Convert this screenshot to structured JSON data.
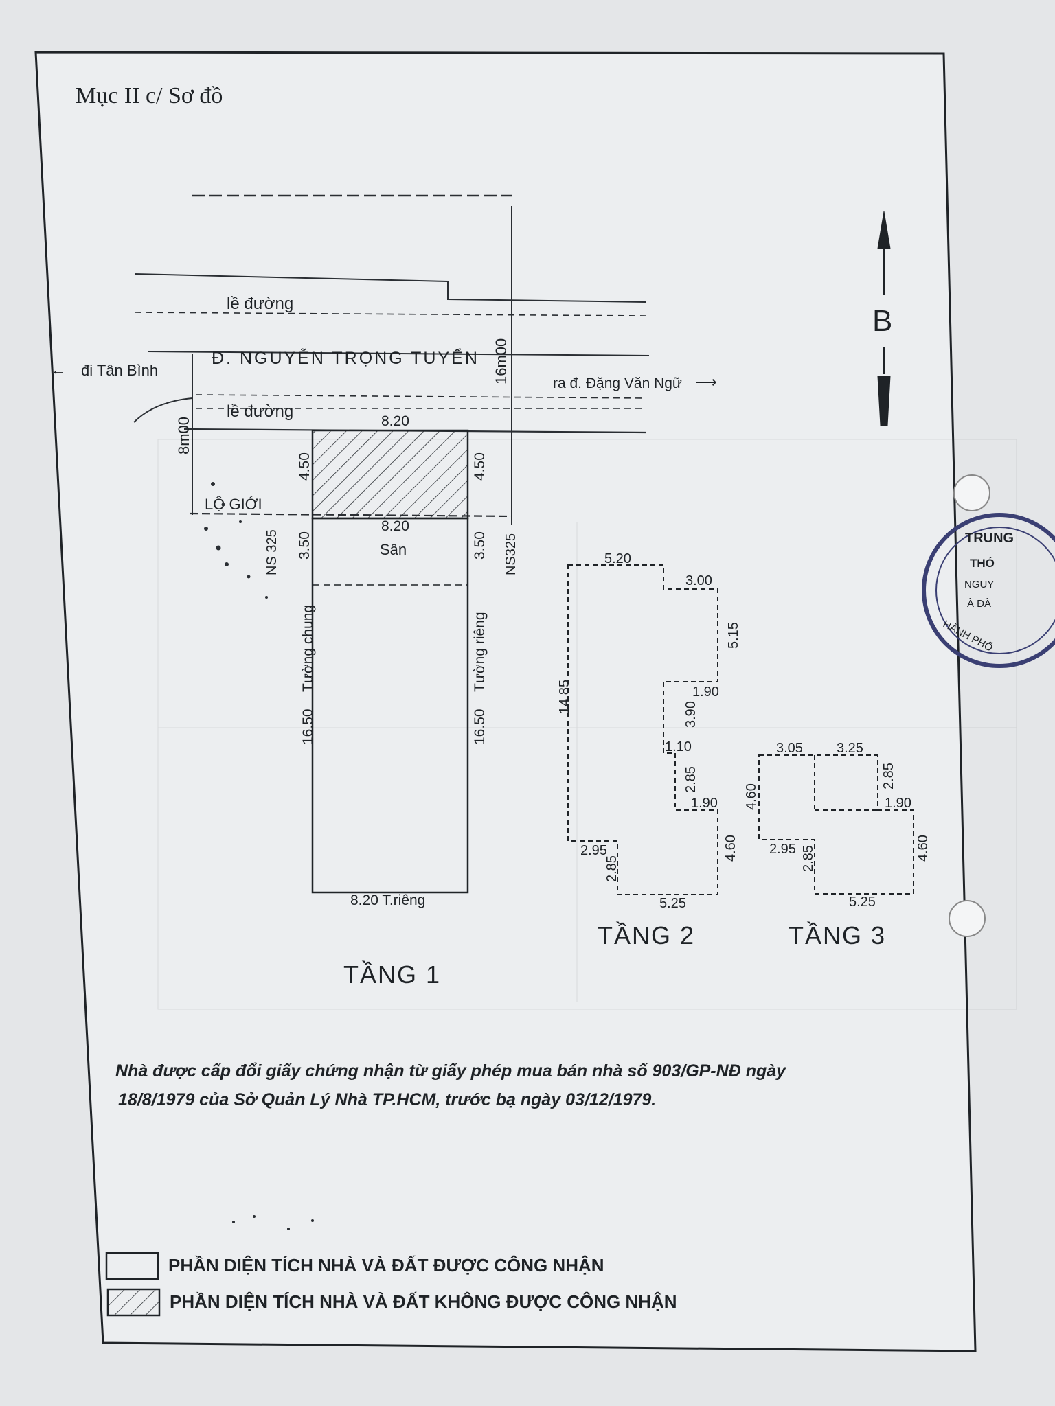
{
  "section_heading": "Mục II c/ Sơ đồ",
  "street": {
    "name": "Đ. NGUYỄN TRỌNG TUYỂN",
    "sidewalk_top": "lề đường",
    "sidewalk_bottom": "lề đường",
    "to_left": "đi Tân Bình",
    "to_right": "ra đ. Đặng Văn Ngữ",
    "width_label": "16m00",
    "setback_label": "8m00",
    "row_boundary_label": "LỘ GIỚI"
  },
  "north_arrow": {
    "label": "B"
  },
  "floor1": {
    "title": "TẦNG 1",
    "top_width": "8.20",
    "mid_width": "8.20",
    "bottom_width": "8.20 T.riêng",
    "front_depth_left": "4.50",
    "front_depth_right": "4.50",
    "yard_depth_left": "3.50",
    "yard_depth_right": "3.50",
    "rear_depth_left": "16.50",
    "rear_depth_right": "16.50",
    "yard_label": "Sân",
    "left_wall": "Tường chung",
    "right_wall": "Tường riêng",
    "left_neighbor": "NS 325",
    "right_neighbor": "NS325"
  },
  "floor2": {
    "title": "TẦNG 2",
    "dims": [
      "5.20",
      "3.00",
      "5.15",
      "1.90",
      "3.90",
      "1.10",
      "2.85",
      "1.90",
      "4.60",
      "5.25",
      "2.85",
      "2.95",
      "14.85"
    ]
  },
  "floor3": {
    "title": "TẦNG 3",
    "dims": [
      "3.05",
      "3.25",
      "2.85",
      "1.90",
      "4.60",
      "2.95",
      "2.85",
      "4.60",
      "5.25"
    ]
  },
  "note": {
    "line1": "Nhà được cấp đổi giấy chứng nhận từ giấy phép mua bán nhà số 903/GP-NĐ ngày",
    "line2": "18/8/1979 của Sở Quản Lý Nhà TP.HCM, trước bạ ngày 03/12/1979."
  },
  "legend": {
    "recognized": "PHẦN DIỆN TÍCH NHÀ VÀ ĐẤT ĐƯỢC CÔNG NHẬN",
    "not_recognized": "PHẦN DIỆN TÍCH NHÀ VÀ ĐẤT KHÔNG ĐƯỢC CÔNG NHẬN"
  },
  "stamp": {
    "text": [
      "TRUNG",
      "THỎ",
      "NGUY",
      "À ĐÀ",
      "HÀNH PHỐ"
    ],
    "color": "#3a3f73"
  },
  "colors": {
    "ink": "#1e2226",
    "paper": "#eceef0",
    "background": "#dcdfe2"
  }
}
